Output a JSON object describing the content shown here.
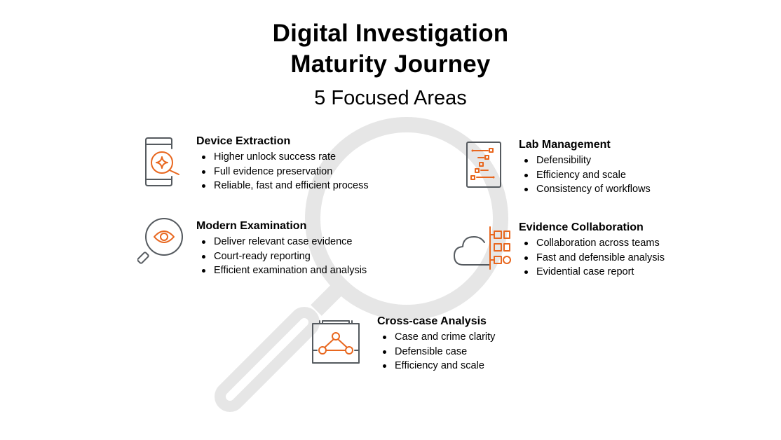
{
  "header": {
    "title_line1": "Digital Investigation",
    "title_line2": "Maturity Journey",
    "subtitle": "5 Focused Areas"
  },
  "colors": {
    "accent": "#e8671f",
    "icon_stroke": "#555a5f",
    "background_magnifier": "#e6e6e6"
  },
  "areas": [
    {
      "title": "Device Extraction",
      "icon": "phone-magnifier-icon",
      "bullets": [
        "Higher unlock success rate",
        "Full evidence preservation",
        "Reliable, fast and efficient process"
      ]
    },
    {
      "title": "Modern Examination",
      "icon": "eye-magnifier-icon",
      "bullets": [
        "Deliver relevant case evidence",
        "Court-ready reporting",
        "Efficient examination and analysis"
      ]
    },
    {
      "title": "Cross-case Analysis",
      "icon": "case-network-icon",
      "bullets": [
        "Case and crime clarity",
        "Defensible case",
        "Efficiency and scale"
      ]
    },
    {
      "title": "Lab Management",
      "icon": "workflow-document-icon",
      "bullets": [
        "Defensibility",
        "Efficiency and scale",
        "Consistency of workflows"
      ]
    },
    {
      "title": "Evidence Collaboration",
      "icon": "cloud-collaboration-icon",
      "bullets": [
        "Collaboration across teams",
        "Fast and defensible analysis",
        "Evidential case report"
      ]
    }
  ]
}
